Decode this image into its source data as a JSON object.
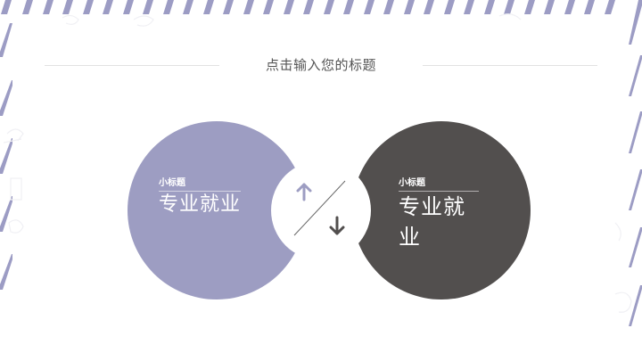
{
  "slide": {
    "title": "点击输入您的标题",
    "colors": {
      "accent_purple": "#9d9dc2",
      "accent_dark": "#524f4e",
      "stripe": "#9c9cc4",
      "divider": "#e2e2e2",
      "title_text": "#555555"
    }
  },
  "left_circle": {
    "subtitle": "小标题",
    "heading": "专业就业",
    "color": "#9d9dc2"
  },
  "right_circle": {
    "subtitle": "小标题",
    "heading": "专业就业",
    "color": "#524f4e"
  },
  "connector": {
    "up_icon": "arrow-up-icon",
    "down_icon": "arrow-down-icon",
    "up_color": "#9d9dc2",
    "down_color": "#524f4e"
  }
}
